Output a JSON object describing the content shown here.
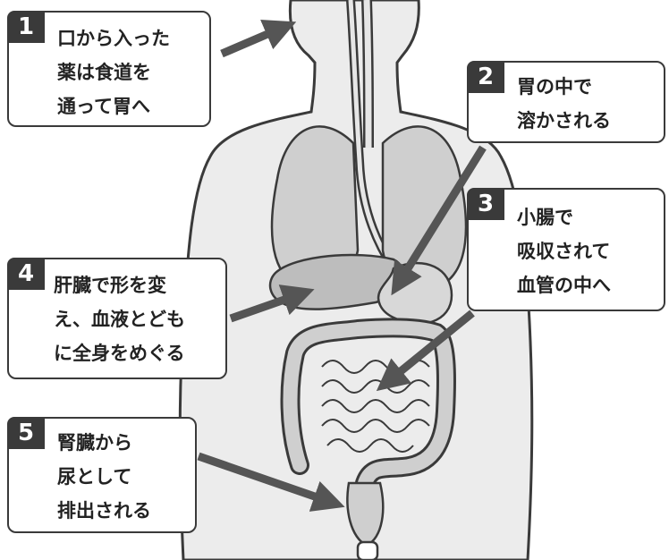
{
  "callouts": [
    {
      "number": "1",
      "lines": [
        "口から入った",
        "薬は食道を",
        "通って胃へ"
      ]
    },
    {
      "number": "2",
      "lines": [
        "胃の中で",
        "溶かされる"
      ]
    },
    {
      "number": "3",
      "lines": [
        "小腸で",
        "吸収されて",
        "血管の中へ"
      ]
    },
    {
      "number": "4",
      "lines": [
        "肝臓で形を変",
        "え、血液とども",
        "に全身をめぐる"
      ]
    },
    {
      "number": "5",
      "lines": [
        "腎臓から",
        "尿として",
        "排出される"
      ]
    }
  ],
  "colors": {
    "body_fill": "#ececec",
    "organ_fill": "#cfcfcf",
    "outline": "#3a3a3a",
    "arrow": "#555555",
    "badge": "#3a3a3a"
  }
}
